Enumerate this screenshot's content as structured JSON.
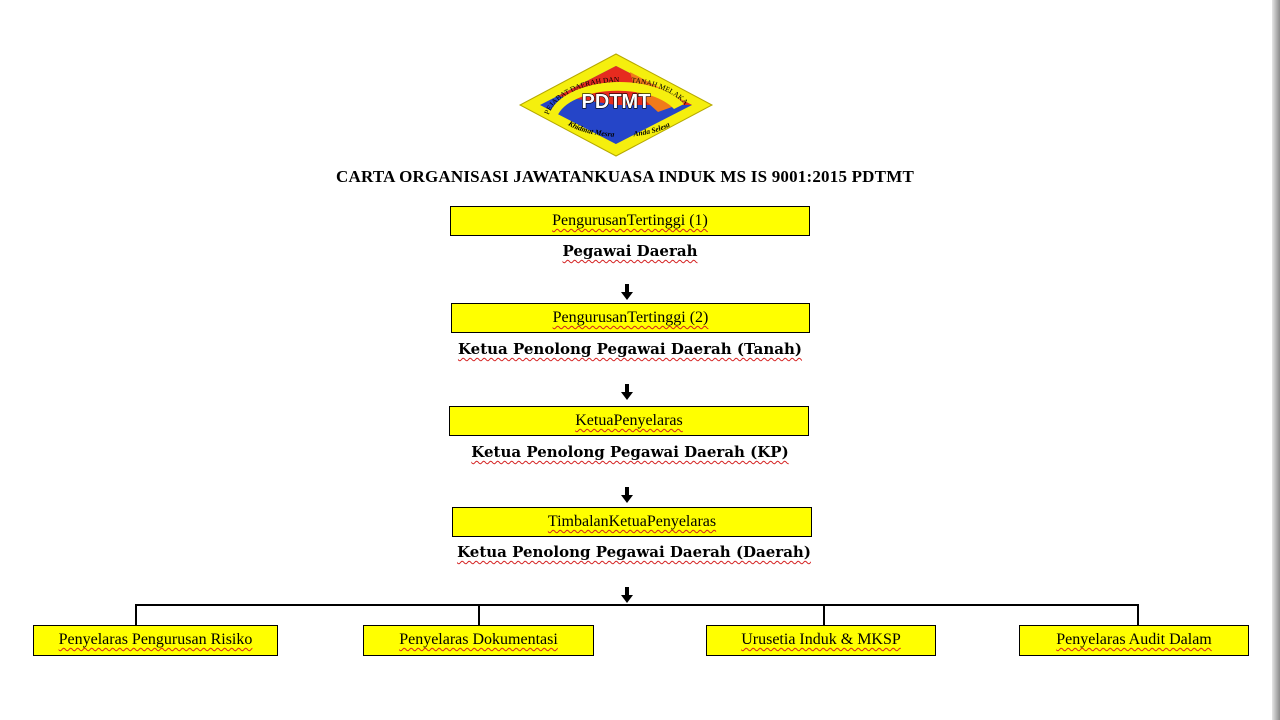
{
  "logo": {
    "center_text": "PDTMT",
    "ring_left": "PEJABAT DAERAH DAN",
    "ring_right": "TANAH MELAKA TENGAH",
    "bottom_left": "Khidmat Mesra",
    "bottom_right": "Anda Selesa",
    "colors": {
      "frame": "#f5ef0e",
      "red": "#e62b1f",
      "blue": "#2545c8",
      "orange": "#f07a1a"
    }
  },
  "title": "CARTA ORGANISASI JAWATANKUASA INDUK MS IS 9001:2015 PDTMT",
  "levels": [
    {
      "label": "PengurusanTertinggi (1)",
      "role": "Pegawai Daerah"
    },
    {
      "label": "PengurusanTertinggi (2)",
      "role": "Ketua Penolong Pegawai Daerah (Tanah)"
    },
    {
      "label": "KetuaPenyelaras",
      "role": "Ketua Penolong Pegawai Daerah (KP)"
    },
    {
      "label": "TimbalanKetuaPenyelaras",
      "role": "Ketua Penolong Pegawai Daerah (Daerah)"
    }
  ],
  "branches": [
    {
      "label": "Penyelaras Pengurusan Risiko"
    },
    {
      "label": "Penyelaras Dokumentasi"
    },
    {
      "label": "Urusetia Induk & MKSP"
    },
    {
      "label": "Penyelaras Audit Dalam"
    }
  ],
  "colors": {
    "box_fill": "#ffff00",
    "box_border": "#000000",
    "spell_underline": "#d42020"
  }
}
